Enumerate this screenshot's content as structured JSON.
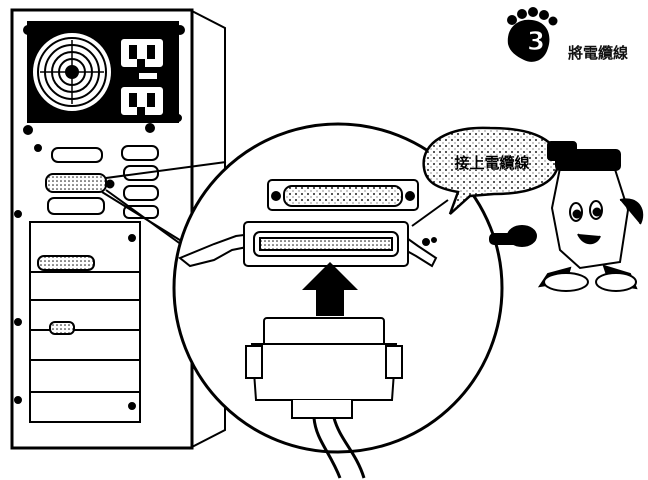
{
  "step": {
    "number": "3",
    "instruction": "將電纜線"
  },
  "callout": {
    "text": "接上電纜線"
  },
  "icons": {
    "step_badge": "footprint-icon",
    "pc": "computer-tower-icon",
    "printer_port": "parallel-port-icon",
    "connector": "centronics-connector-icon",
    "arrow": "insert-arrow-icon",
    "mascot": "printer-mascot-icon"
  }
}
